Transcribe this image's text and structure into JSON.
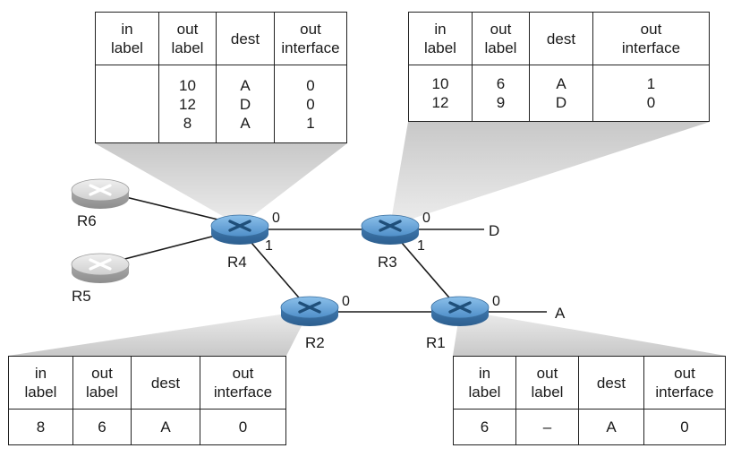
{
  "columns": [
    "in\nlabel",
    "out\nlabel",
    "dest",
    "out\ninterface"
  ],
  "headers": {
    "in_label": [
      "in",
      "label"
    ],
    "out_label": [
      "out",
      "label"
    ],
    "dest": "dest",
    "out_interface": [
      "out",
      "interface"
    ]
  },
  "routers": {
    "R1": "R1",
    "R2": "R2",
    "R3": "R3",
    "R4": "R4",
    "R5": "R5",
    "R6": "R6"
  },
  "destinations": {
    "A": "A",
    "D": "D"
  },
  "ports": {
    "r4_0": "0",
    "r4_1": "1",
    "r3_0": "0",
    "r3_1": "1",
    "r2_0": "0",
    "r1_0": "0"
  },
  "tables": {
    "r4": {
      "in_label": [
        "",
        "",
        ""
      ],
      "out_label": [
        "10",
        "12",
        "8"
      ],
      "dest": [
        "A",
        "D",
        "A"
      ],
      "out_interface": [
        "0",
        "0",
        "1"
      ]
    },
    "r3": {
      "in_label": [
        "10",
        "12"
      ],
      "out_label": [
        "6",
        "9"
      ],
      "dest": [
        "A",
        "D"
      ],
      "out_interface": [
        "1",
        "0"
      ]
    },
    "r2": {
      "in_label": [
        "8"
      ],
      "out_label": [
        "6"
      ],
      "dest": [
        "A"
      ],
      "out_interface": [
        "0"
      ]
    },
    "r1": {
      "in_label": [
        "6"
      ],
      "out_label": [
        "–"
      ],
      "dest": [
        "A"
      ],
      "out_interface": [
        "0"
      ]
    }
  },
  "colors": {
    "router_blue": "#5b9bd5",
    "router_gray": "#c9c9c9",
    "beam": "#d4d4d4"
  }
}
